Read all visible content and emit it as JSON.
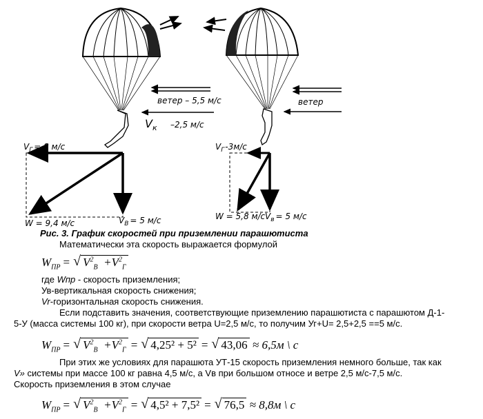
{
  "figure": {
    "wind_label_left": "ветер – 5,5 м/с",
    "wind_label_right": "ветер",
    "vk_label": "V",
    "vk_sub": "к",
    "vk_value": "–2,5 м/с",
    "left": {
      "vg": "V",
      "vg_sub": "Г",
      "vg_val": "= 8 м/с",
      "w": "W = 9,4 м/с",
      "vb": "V",
      "vb_sub": "В",
      "vb_val": "= 5 м/с"
    },
    "right": {
      "vg": "V",
      "vg_sub": "Г",
      "vg_val": "-3м/с",
      "w": "W = 5,8 м/с",
      "vb": "V",
      "vb_sub": "в",
      "vb_val": "= 5 м/с"
    }
  },
  "caption": "Рис. 3. График скоростей при приземлении парашютиста",
  "lines": {
    "l1": "Математически эта скорость выражается формулой",
    "l2_italic": "Wпр",
    "l2_rest": " - скорость приземления;",
    "l3": "Ув-вертикальная скорость снижения;",
    "l4_italic": "Vr",
    "l4_rest": "-горизонтальная скорость снижения.",
    "l5": "Если подставить значения, соответствующие приземлению парашютиста с парашютом Д-1-",
    "l6": "5-У (масса системы 100 кг), при скорости ветра U=2,5 м/с, то получим Уг+U= 2,5+2,5 ==5 м/с.",
    "l7": "При этих же условиях для парашюта УТ-15 скорость приземления немного больше, так как",
    "l8_italic": "V»",
    "l8_rest": " системы при массе 100 кг равна 4,5 м/с, а Vв при большом относе и ветре 2,5 м/с-7,5 м/с.",
    "l9": "Скорость приземления в этом случае"
  },
  "formulas": {
    "w": "W",
    "w_sub": "ПР",
    "vb": "V",
    "vb_sub": "B",
    "vg": "V",
    "vg_sub": "Г",
    "where": "где",
    "f2_rad": "4,25² + 5²",
    "f2_rad2": "43,06",
    "f2_res": "≈ 6,5м \\ с",
    "f3_rad": "4,5² + 7,5²",
    "f3_rad2": "76,5",
    "f3_res": "≈ 8,8м \\ с"
  }
}
